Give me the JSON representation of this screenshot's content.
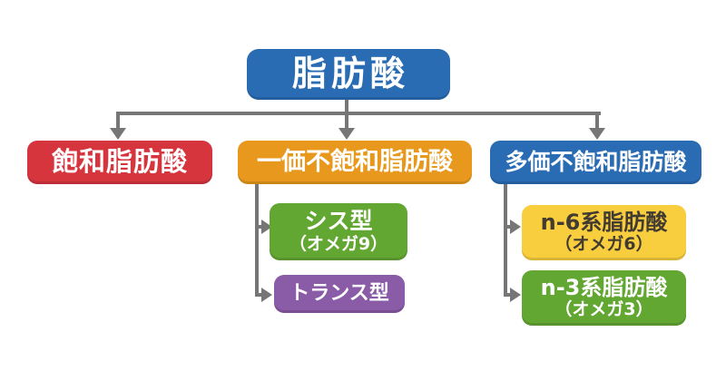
{
  "diagram": {
    "background_color": "#ffffff",
    "connector_color": "#767676",
    "root": {
      "label": "脂肪酸",
      "color": "#2a6cb4",
      "text_color": "#ffffff"
    },
    "level1": [
      {
        "id": "saturated",
        "label": "飽和脂肪酸",
        "color": "#d6353e",
        "text_color": "#ffffff"
      },
      {
        "id": "mono",
        "label": "一価不飽和脂肪酸",
        "color": "#e8991d",
        "text_color": "#ffffff"
      },
      {
        "id": "poly",
        "label": "多価不飽和脂肪酸",
        "color": "#2a6cb4",
        "text_color": "#ffffff"
      }
    ],
    "mono_children": [
      {
        "id": "cis",
        "label": "シス型",
        "sublabel": "（オメガ9）",
        "color": "#63a733",
        "text_color": "#ffffff"
      },
      {
        "id": "trans",
        "label": "トランス型",
        "sublabel": "",
        "color": "#8a5ba6",
        "text_color": "#ffffff"
      }
    ],
    "poly_children": [
      {
        "id": "n6",
        "label": "n-6系脂肪酸",
        "sublabel": "（オメガ6）",
        "color": "#f8ce3f",
        "text_color": "#413b31"
      },
      {
        "id": "n3",
        "label": "n-3系脂肪酸",
        "sublabel": "（オメガ3）",
        "color": "#63a733",
        "text_color": "#ffffff"
      }
    ]
  }
}
